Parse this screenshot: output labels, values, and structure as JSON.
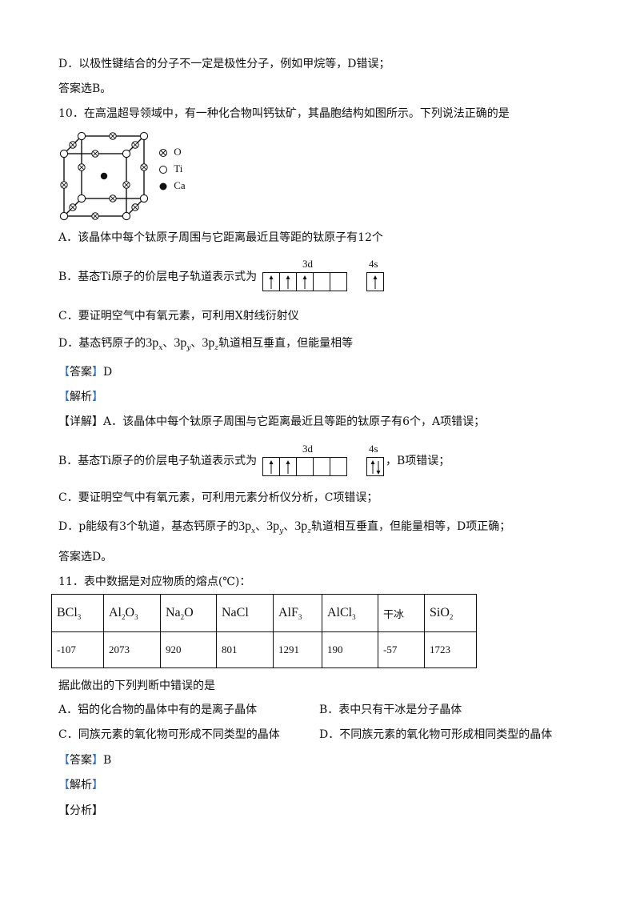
{
  "lines": {
    "l1": "D．以极性键结合的分子不一定是极性分子，例如甲烷等，D错误；",
    "l2": "答案选B。",
    "q10": "10．在高温超导领域中，有一种化合物叫钙钛矿，其晶胞结构如图所示。下列说法正确的是",
    "optA": "A．该晶体中每个钛原子周围与它距离最近且等距的钛原子有12个",
    "optB_prefix": "B．基态Ti原子的价层电子轨道表示式为",
    "optC": "C．要证明空气中有氧元素，可利用X射线衍射仪",
    "optD_prefix": "D．基态钙原子的",
    "optD_suffix": "轨道相互垂直，但能量相等",
    "ans10_bracket_open": "【",
    "ans10_label": "答案",
    "ans10_bracket_close": "】",
    "ans10_value": "D",
    "ana10_label": "解析",
    "detail_label": "详解",
    "detail_text": "A．该晶体中每个钛原子周围与它距离最近且等距的钛原子有6个，A项错误；",
    "detB_prefix": "B．基态Ti原子的价层电子轨道表示式为",
    "detB_suffix": "，B项错误；",
    "detC": "C．要证明空气中有氧元素，可利用元素分析仪分析，C项错误；",
    "detD_prefix": "D．p能级有3个轨道，基态钙原子的",
    "detD_suffix": "轨道相互垂直，但能量相等，D项正确；",
    "ans10_final": "答案选D。",
    "q11": "11．表中数据是对应物质的熔点(℃)：",
    "q11_prompt": "据此做出的下列判断中错误的是",
    "q11_A": "A．铝的化合物的晶体中有的是离子晶体",
    "q11_B": "B．表中只有干冰是分子晶体",
    "q11_C": "C．同族元素的氧化物可形成不同类型的晶体",
    "q11_D": "D．不同族元素的氧化物可形成相同类型的晶体",
    "ans11_label": "答案",
    "ans11_value": "B",
    "ana11_label": "解析",
    "fenxi_label": "分析"
  },
  "orbitals": {
    "label_3d": "3d",
    "label_4s": "4s",
    "q_3d": [
      "up",
      "up",
      "up",
      "",
      ""
    ],
    "q_4s": [
      "up"
    ],
    "ans_3d": [
      "up",
      "up",
      "",
      "",
      ""
    ],
    "ans_4s": [
      "updown"
    ]
  },
  "p_orbitals": {
    "num": "3p",
    "subs": [
      "x",
      "y",
      "z"
    ],
    "sep": "、"
  },
  "legend": {
    "o": "O",
    "ti": "Ti",
    "ca": "Ca"
  },
  "table": {
    "headers": [
      {
        "base": "BCl",
        "sub": "3",
        "tail": "",
        "tailsub": ""
      },
      {
        "base": "Al",
        "sub": "2",
        "tail": "O",
        "tailsub": "3"
      },
      {
        "base": "Na",
        "sub": "2",
        "tail": "O",
        "tailsub": ""
      },
      {
        "base": "NaCl",
        "sub": "",
        "tail": "",
        "tailsub": ""
      },
      {
        "base": "AlF",
        "sub": "3",
        "tail": "",
        "tailsub": ""
      },
      {
        "base": "AlCl",
        "sub": "3",
        "tail": "",
        "tailsub": ""
      },
      {
        "base": "干冰",
        "sub": "",
        "tail": "",
        "tailsub": ""
      },
      {
        "base": "SiO",
        "sub": "2",
        "tail": "",
        "tailsub": ""
      }
    ],
    "values": [
      "-107",
      "2073",
      "920",
      "801",
      "1291",
      "190",
      "-57",
      "1723"
    ]
  }
}
